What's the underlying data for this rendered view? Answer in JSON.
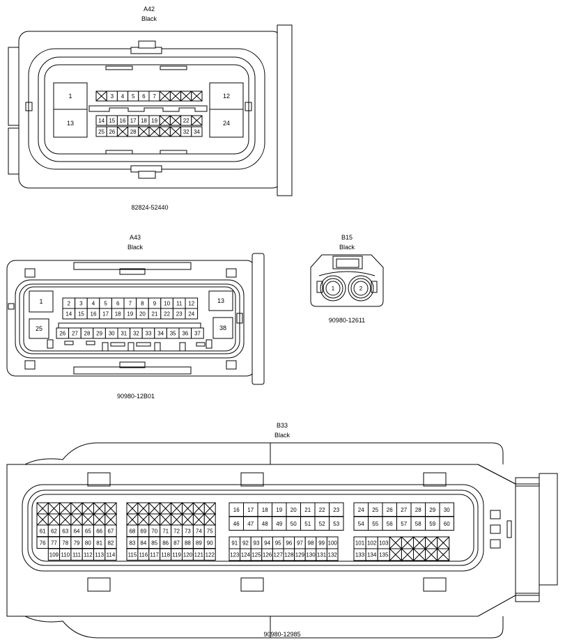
{
  "connectors": {
    "a42": {
      "name": "A42",
      "color": "Black",
      "part": "82824-52440",
      "big_pins": [
        "1",
        "13",
        "12",
        "24"
      ],
      "rows": [
        [
          "x",
          "3",
          "4",
          "5",
          "6",
          "7",
          "x",
          "x",
          "x",
          "x"
        ],
        [
          "14",
          "15",
          "16",
          "17",
          "18",
          "19",
          "x",
          "x",
          "22",
          "x"
        ],
        [
          "25",
          "26",
          "x",
          "28",
          "x",
          "x",
          "x",
          "x",
          "32",
          "34"
        ]
      ]
    },
    "a43": {
      "name": "A43",
      "color": "Black",
      "part": "90980-12B01",
      "big_pins": [
        "1",
        "25",
        "13",
        "38"
      ],
      "rows": [
        [
          "2",
          "3",
          "4",
          "5",
          "6",
          "7",
          "8",
          "9",
          "10",
          "11",
          "12"
        ],
        [
          "14",
          "15",
          "16",
          "17",
          "18",
          "19",
          "20",
          "21",
          "22",
          "23",
          "24"
        ],
        [
          "26",
          "27",
          "28",
          "29",
          "30",
          "31",
          "32",
          "33",
          "34",
          "35",
          "36",
          "37"
        ]
      ]
    },
    "b15": {
      "name": "B15",
      "color": "Black",
      "part": "90980-12611",
      "pins": [
        "1",
        "2"
      ]
    },
    "b33": {
      "name": "B33",
      "color": "Black",
      "part": "90980-12985",
      "groups": [
        {
          "rows": [
            [
              "x",
              "x",
              "x",
              "x",
              "x",
              "x",
              "x"
            ],
            [
              "x",
              "x",
              "x",
              "x",
              "x",
              "x",
              "x"
            ],
            [
              "61",
              "62",
              "63",
              "64",
              "65",
              "66",
              "67"
            ],
            [
              "76",
              "77",
              "78",
              "79",
              "80",
              "81",
              "82"
            ],
            [
              "",
              "109",
              "110",
              "111",
              "112",
              "113",
              "114"
            ]
          ]
        },
        {
          "rows": [
            [
              "x",
              "x",
              "x",
              "x",
              "x",
              "x",
              "x",
              "x"
            ],
            [
              "x",
              "x",
              "x",
              "x",
              "x",
              "x",
              "x",
              "x"
            ],
            [
              "68",
              "69",
              "70",
              "71",
              "72",
              "73",
              "74",
              "75"
            ],
            [
              "83",
              "84",
              "85",
              "86",
              "87",
              "88",
              "89",
              "90"
            ],
            [
              "115",
              "116",
              "117",
              "118",
              "119",
              "120",
              "121",
              "122"
            ]
          ]
        },
        {
          "rows": [
            [
              "16",
              "17",
              "18",
              "19",
              "20",
              "21",
              "22",
              "23"
            ],
            [
              "46",
              "47",
              "48",
              "49",
              "50",
              "51",
              "52",
              "53"
            ],
            [
              "91",
              "92",
              "93",
              "94",
              "95",
              "96",
              "97",
              "98",
              "99",
              "100"
            ],
            [
              "123",
              "124",
              "125",
              "126",
              "127",
              "128",
              "129",
              "130",
              "131",
              "132"
            ]
          ]
        },
        {
          "rows": [
            [
              "24",
              "25",
              "26",
              "27",
              "28",
              "29",
              "30"
            ],
            [
              "54",
              "55",
              "56",
              "57",
              "58",
              "59",
              "60"
            ],
            [
              "101",
              "102",
              "103",
              "x",
              "x",
              "x",
              "x",
              "x"
            ],
            [
              "133",
              "134",
              "135",
              "x",
              "x",
              "x",
              "x",
              "x"
            ]
          ]
        }
      ]
    }
  }
}
